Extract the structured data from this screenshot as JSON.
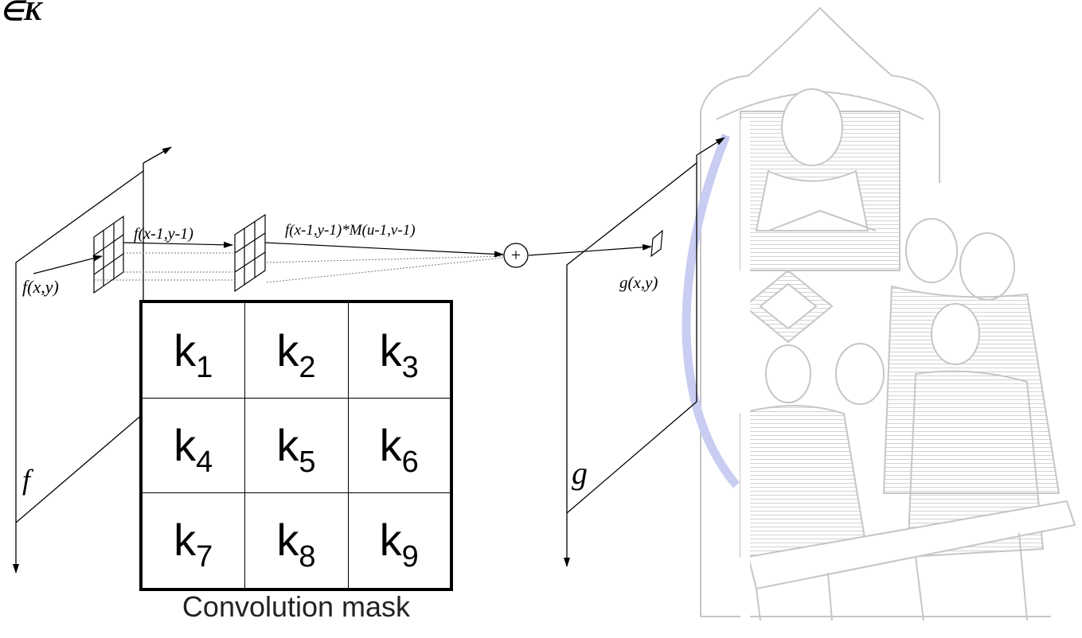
{
  "corner_text": "∈K",
  "labels": {
    "f_xy": "f(x,y)",
    "f_shift": "f(x-1,y-1)",
    "product": "f(x-1,y-1)*M(u-1,v-1)",
    "plus": "+",
    "g_xy": "g(x,y)",
    "f": "f",
    "g": "g"
  },
  "mask": {
    "caption": "Convolution mask",
    "cells": [
      {
        "base": "k",
        "sub": "1"
      },
      {
        "base": "k",
        "sub": "2"
      },
      {
        "base": "k",
        "sub": "3"
      },
      {
        "base": "k",
        "sub": "4"
      },
      {
        "base": "k",
        "sub": "5"
      },
      {
        "base": "k",
        "sub": "6"
      },
      {
        "base": "k",
        "sub": "7"
      },
      {
        "base": "k",
        "sub": "8"
      },
      {
        "base": "k",
        "sub": "9"
      }
    ]
  },
  "colors": {
    "line": "#000000",
    "watermark": "#cfcfcf",
    "arc": "#c9cdf2"
  }
}
